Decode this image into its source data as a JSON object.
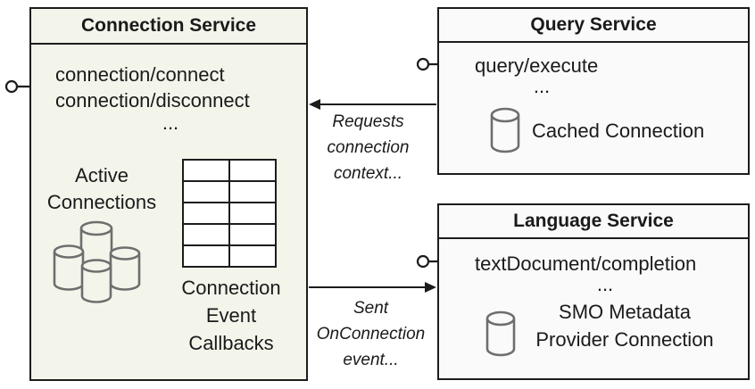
{
  "colors": {
    "canvas_bg": "#ffffff",
    "connection_box_fill": "#f3f5eb",
    "service_box_fill": "#fafafa",
    "box_border": "#1c1c1c",
    "cylinder_stroke": "#6e6e6e",
    "text": "#1a1a1a"
  },
  "connection_service": {
    "title": "Connection Service",
    "methods": [
      "connection/connect",
      "connection/disconnect",
      "..."
    ],
    "active_connections_label": "Active\nConnections",
    "active_connections_icon": "database-cluster-icon",
    "callbacks_table": {
      "rows": 5,
      "columns": 2
    },
    "callbacks_label": "Connection\nEvent\nCallbacks"
  },
  "query_service": {
    "title": "Query Service",
    "methods": [
      "query/execute",
      "..."
    ],
    "cached_connection_icon": "database-icon",
    "cached_connection_label": "Cached Connection"
  },
  "language_service": {
    "title": "Language Service",
    "methods": [
      "textDocument/completion",
      "..."
    ],
    "smo_icon": "database-icon",
    "smo_label": "SMO Metadata\nProvider Connection"
  },
  "connectors": {
    "interface_style": "lollipop",
    "requests_arrow_label": "Requests\nconnection\ncontext...",
    "sent_arrow_label": "Sent\nOnConnection\nevent..."
  }
}
